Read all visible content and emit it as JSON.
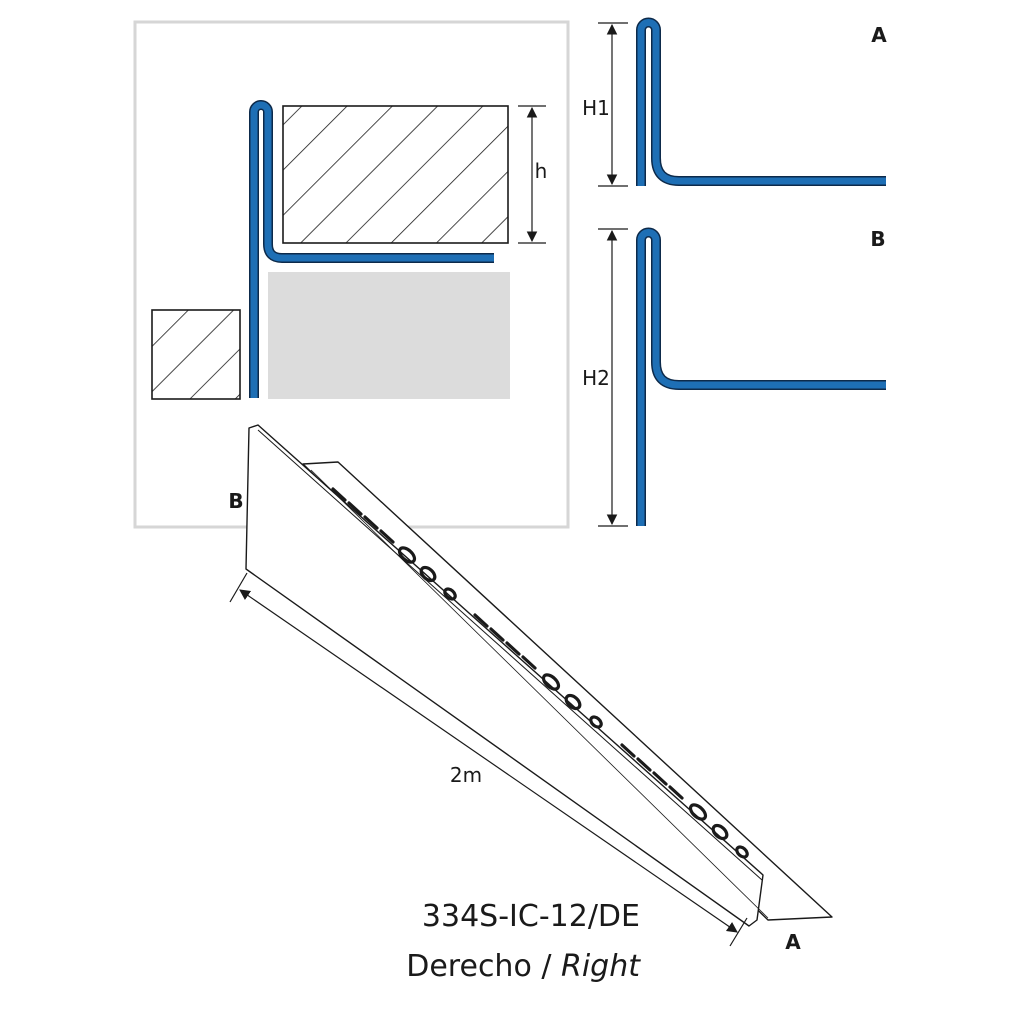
{
  "labels": {
    "section_a": "A",
    "section_b": "B",
    "height_h1": "H1",
    "height_h2": "H2",
    "height_h": "h",
    "length": "2m",
    "end_b": "B",
    "end_a": "A"
  },
  "caption": {
    "code": "334S-IC-12/DE",
    "side_es": "Derecho",
    "separator": " / ",
    "side_en": "Right"
  },
  "colors": {
    "profile_blue": "#1e6fb5",
    "profile_outline": "#0d2a4a",
    "frame_gray": "#d6d6d6",
    "backing_gray": "#dcdcdc",
    "line_dark": "#1a1a1a"
  }
}
